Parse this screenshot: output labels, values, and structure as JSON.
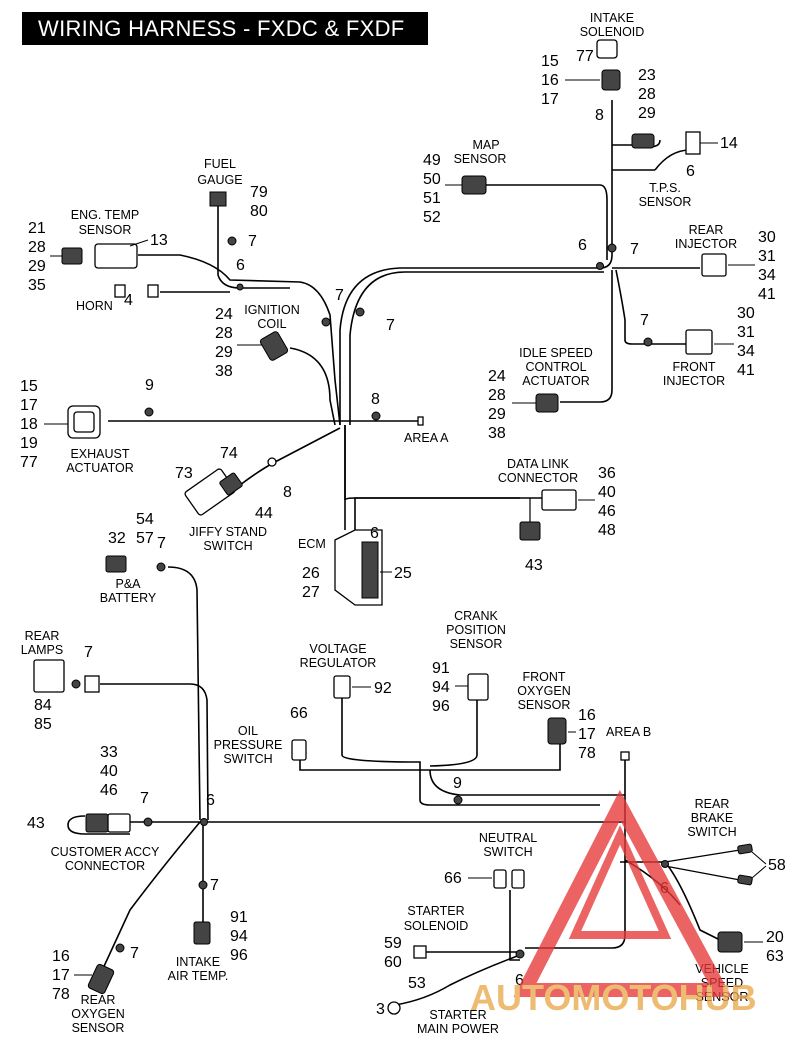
{
  "title": "WIRING HARNESS - FXDC & FXDF",
  "components": {
    "intake_solenoid": {
      "label1": "INTAKE",
      "label2": "SOLENOID",
      "n77": "77",
      "n15": "15",
      "n16": "16",
      "n17": "17",
      "n8": "8",
      "n23": "23",
      "n28": "28",
      "n29": "29",
      "n14": "14",
      "n6": "6"
    },
    "tps_sensor": {
      "label1": "T.P.S.",
      "label2": "SENSOR"
    },
    "map_sensor": {
      "label1": "MAP",
      "label2": "SENSOR",
      "n49": "49",
      "n50": "50",
      "n51": "51",
      "n52": "52"
    },
    "fuel_gauge": {
      "label1": "FUEL",
      "label2": "GAUGE",
      "n79": "79",
      "n80": "80",
      "n7": "7",
      "n6": "6"
    },
    "eng_temp": {
      "label1": "ENG. TEMP",
      "label2": "SENSOR",
      "n21": "21",
      "n28": "28",
      "n29": "29",
      "n35": "35",
      "n13": "13"
    },
    "horn": {
      "label": "HORN",
      "n4": "4"
    },
    "ignition_coil": {
      "label1": "IGNITION",
      "label2": "COIL",
      "n24": "24",
      "n28": "28",
      "n29": "29",
      "n38": "38"
    },
    "mid_clips": {
      "n7a": "7",
      "n7b": "7",
      "n6": "6",
      "n7c": "7"
    },
    "rear_injector": {
      "label1": "REAR",
      "label2": "INJECTOR",
      "n30": "30",
      "n31": "31",
      "n34": "34",
      "n41": "41"
    },
    "front_injector": {
      "label1": "FRONT",
      "label2": "INJECTOR",
      "n30": "30",
      "n31": "31",
      "n34": "34",
      "n41": "41",
      "n7": "7"
    },
    "idle_speed": {
      "label1": "IDLE SPEED",
      "label2": "CONTROL",
      "label3": "ACTUATOR",
      "n24": "24",
      "n28": "28",
      "n29": "29",
      "n38": "38"
    },
    "exhaust_actuator": {
      "label1": "EXHAUST",
      "label2": "ACTUATOR",
      "n15": "15",
      "n17": "17",
      "n18": "18",
      "n19": "19",
      "n77": "77",
      "n9": "9"
    },
    "area_a": {
      "label": "AREA A",
      "n8": "8"
    },
    "jiffy_stand": {
      "label1": "JIFFY STAND",
      "label2": "SWITCH",
      "n73": "73",
      "n74": "74",
      "n44": "44",
      "n8": "8"
    },
    "data_link": {
      "label1": "DATA LINK",
      "label2": "CONNECTOR",
      "n36": "36",
      "n40": "40",
      "n46": "46",
      "n48": "48",
      "n43": "43"
    },
    "ecm": {
      "label": "ECM",
      "n6": "6",
      "n25": "25",
      "n26": "26",
      "n27": "27"
    },
    "pa_battery": {
      "label1": "P&A",
      "label2": "BATTERY",
      "n32": "32",
      "n54": "54",
      "n57": "57",
      "n7": "7"
    },
    "rear_lamps": {
      "label1": "REAR",
      "label2": "LAMPS",
      "n7": "7",
      "n84": "84",
      "n85": "85"
    },
    "crank_position": {
      "label1": "CRANK",
      "label2": "POSITION",
      "label3": "SENSOR",
      "n91": "91",
      "n94": "94",
      "n96": "96"
    },
    "voltage_regulator": {
      "label1": "VOLTAGE",
      "label2": "REGULATOR",
      "n92": "92"
    },
    "oil_pressure": {
      "label1": "OIL",
      "label2": "PRESSURE",
      "label3": "SWITCH",
      "n66": "66"
    },
    "front_oxygen": {
      "label1": "FRONT",
      "label2": "OXYGEN",
      "label3": "SENSOR",
      "n16": "16",
      "n17": "17",
      "n78": "78"
    },
    "area_b": {
      "label": "AREA B",
      "n9": "9"
    },
    "customer_accy": {
      "label1": "CUSTOMER ACCY",
      "label2": "CONNECTOR",
      "n33": "33",
      "n40": "40",
      "n46": "46",
      "n43": "43",
      "n7": "7",
      "n6": "6"
    },
    "rear_brake": {
      "label1": "REAR",
      "label2": "BRAKE",
      "label3": "SWITCH",
      "n58": "58",
      "n6": "6"
    },
    "neutral_switch": {
      "label1": "NEUTRAL",
      "label2": "SWITCH",
      "n66": "66"
    },
    "intake_air_temp": {
      "label1": "INTAKE",
      "label2": "AIR TEMP.",
      "n7": "7",
      "n91": "91",
      "n94": "94",
      "n96": "96"
    },
    "starter_solenoid": {
      "label1": "STARTER",
      "label2": "SOLENOID",
      "n59": "59",
      "n60": "60",
      "n6": "6"
    },
    "vehicle_speed": {
      "label1": "VEHICLE",
      "label2": "SPEED",
      "label3": "SENSOR",
      "n20": "20",
      "n63": "63"
    },
    "rear_oxygen": {
      "label1": "REAR",
      "label2": "OXYGEN",
      "label3": "SENSOR",
      "n16": "16",
      "n17": "17",
      "n78": "78",
      "n7": "7"
    },
    "starter_main": {
      "label1": "STARTER",
      "label2": "MAIN POWER",
      "n53": "53",
      "n3": "3"
    }
  },
  "watermark": {
    "text": "AUTOMOTOHUB",
    "color": "#e63838"
  }
}
